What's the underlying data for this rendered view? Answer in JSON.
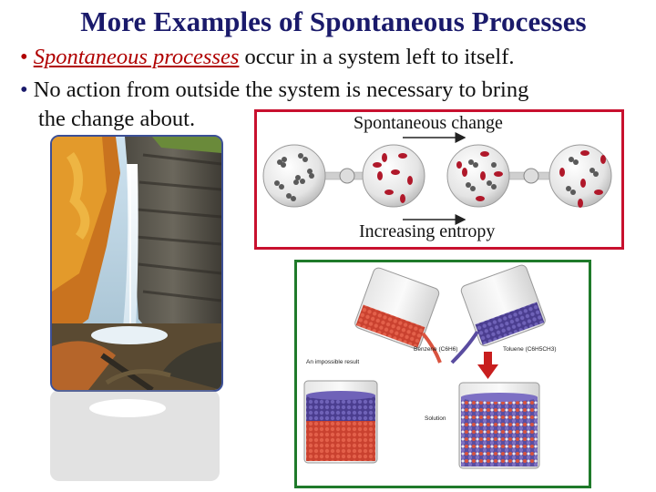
{
  "slide": {
    "title": "More Examples of Spontaneous Processes",
    "bullets": [
      {
        "marker": "•",
        "emphasis": "Spontaneous processes",
        "text": " occur in a system left to itself."
      },
      {
        "marker": "•",
        "text": "No action from outside the system is necessary to bring",
        "cont": "the change about."
      }
    ]
  },
  "entropy_figure": {
    "top_label": "Spontaneous change",
    "bottom_label": "Increasing entropy"
  },
  "mixing_figure": {
    "benzene_label": "Benzene (C6H6)",
    "toluene_label": "Toluene (C6H5CH3)",
    "impossible_label": "An impossible result",
    "solution_label": "Solution"
  },
  "colors": {
    "title": "#1a1a6b",
    "highlight": "#b00000",
    "red_frame": "#c8102e",
    "green_frame": "#1f7a2a",
    "photo_frame": "#3c4f96"
  }
}
